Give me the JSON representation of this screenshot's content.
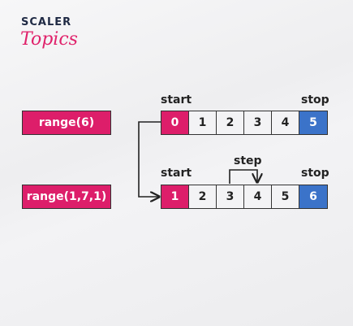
{
  "logo": {
    "top": "SCALER",
    "bottom": "Topics"
  },
  "example1": {
    "call": "range(6)",
    "cells": [
      "0",
      "1",
      "2",
      "3",
      "4",
      "5"
    ],
    "start_label": "start",
    "stop_label": "stop"
  },
  "example2": {
    "call": "range(1,7,1)",
    "cells": [
      "1",
      "2",
      "3",
      "4",
      "5",
      "6"
    ],
    "start_label": "start",
    "stop_label": "stop",
    "step_label": "step"
  },
  "colors": {
    "start": "#dd1e6a",
    "stop": "#3b73c9",
    "cell": "#f3f3f5"
  }
}
